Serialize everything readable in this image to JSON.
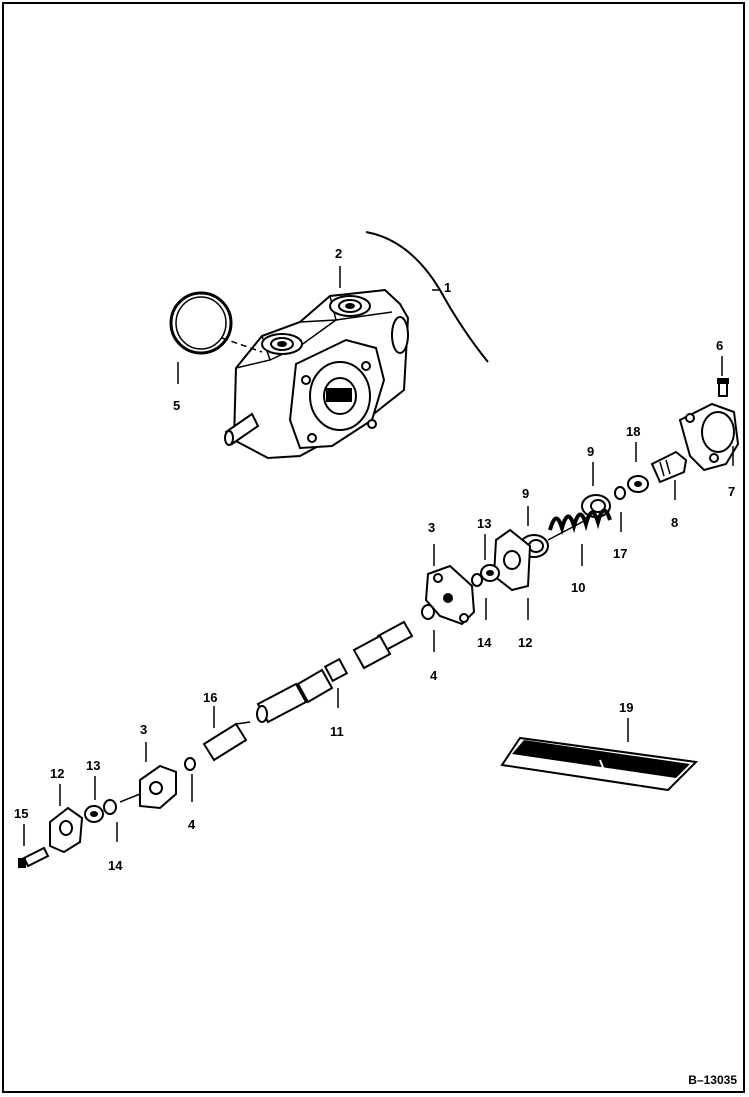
{
  "figure_code": "B–13035",
  "watermark": "",
  "callouts": [
    {
      "id": "c1",
      "text": "1"
    },
    {
      "id": "c2",
      "text": "2"
    },
    {
      "id": "c3a",
      "text": "3"
    },
    {
      "id": "c3b",
      "text": "3"
    },
    {
      "id": "c4a",
      "text": "4"
    },
    {
      "id": "c4b",
      "text": "4"
    },
    {
      "id": "c5",
      "text": "5"
    },
    {
      "id": "c6",
      "text": "6"
    },
    {
      "id": "c7",
      "text": "7"
    },
    {
      "id": "c8",
      "text": "8"
    },
    {
      "id": "c9a",
      "text": "9"
    },
    {
      "id": "c9b",
      "text": "9"
    },
    {
      "id": "c10",
      "text": "10"
    },
    {
      "id": "c11",
      "text": "11"
    },
    {
      "id": "c12a",
      "text": "12"
    },
    {
      "id": "c12b",
      "text": "12"
    },
    {
      "id": "c13a",
      "text": "13"
    },
    {
      "id": "c13b",
      "text": "13"
    },
    {
      "id": "c14a",
      "text": "14"
    },
    {
      "id": "c14b",
      "text": "14"
    },
    {
      "id": "c15",
      "text": "15"
    },
    {
      "id": "c16",
      "text": "16"
    },
    {
      "id": "c17",
      "text": "17"
    },
    {
      "id": "c18",
      "text": "18"
    },
    {
      "id": "c19",
      "text": "19"
    }
  ]
}
